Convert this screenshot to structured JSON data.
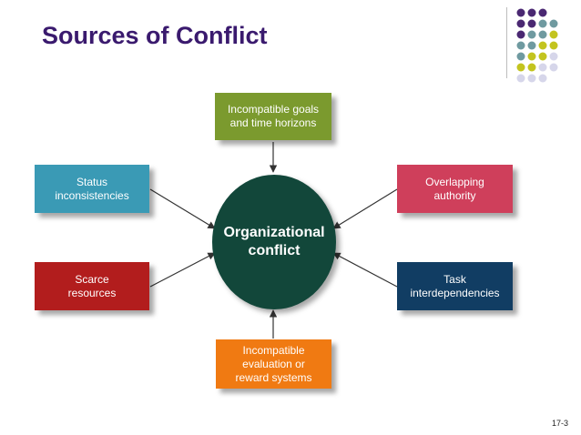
{
  "title": "Sources of Conflict",
  "center": {
    "label": "Organizational\nconflict",
    "color": "#12473a"
  },
  "sources": {
    "goals": {
      "label": "Incompatible goals\nand time horizons",
      "color": "#7b9a2e"
    },
    "status": {
      "label": "Status\ninconsistencies",
      "color": "#3a9ab5"
    },
    "scarce": {
      "label": "Scarce\nresources",
      "color": "#b21d1d"
    },
    "evaluation": {
      "label": "Incompatible\nevaluation or\nreward systems",
      "color": "#f07a12"
    },
    "overlap": {
      "label": "Overlapping\nauthority",
      "color": "#cf3f5b"
    },
    "task": {
      "label": "Task\ninterdependencies",
      "color": "#113d63"
    }
  },
  "decor_colors": {
    "purple": "#4a2872",
    "teal": "#6f9aa0",
    "yellow": "#c3c41f",
    "lavender": "#d6d6ea"
  },
  "page_number": "17-3"
}
